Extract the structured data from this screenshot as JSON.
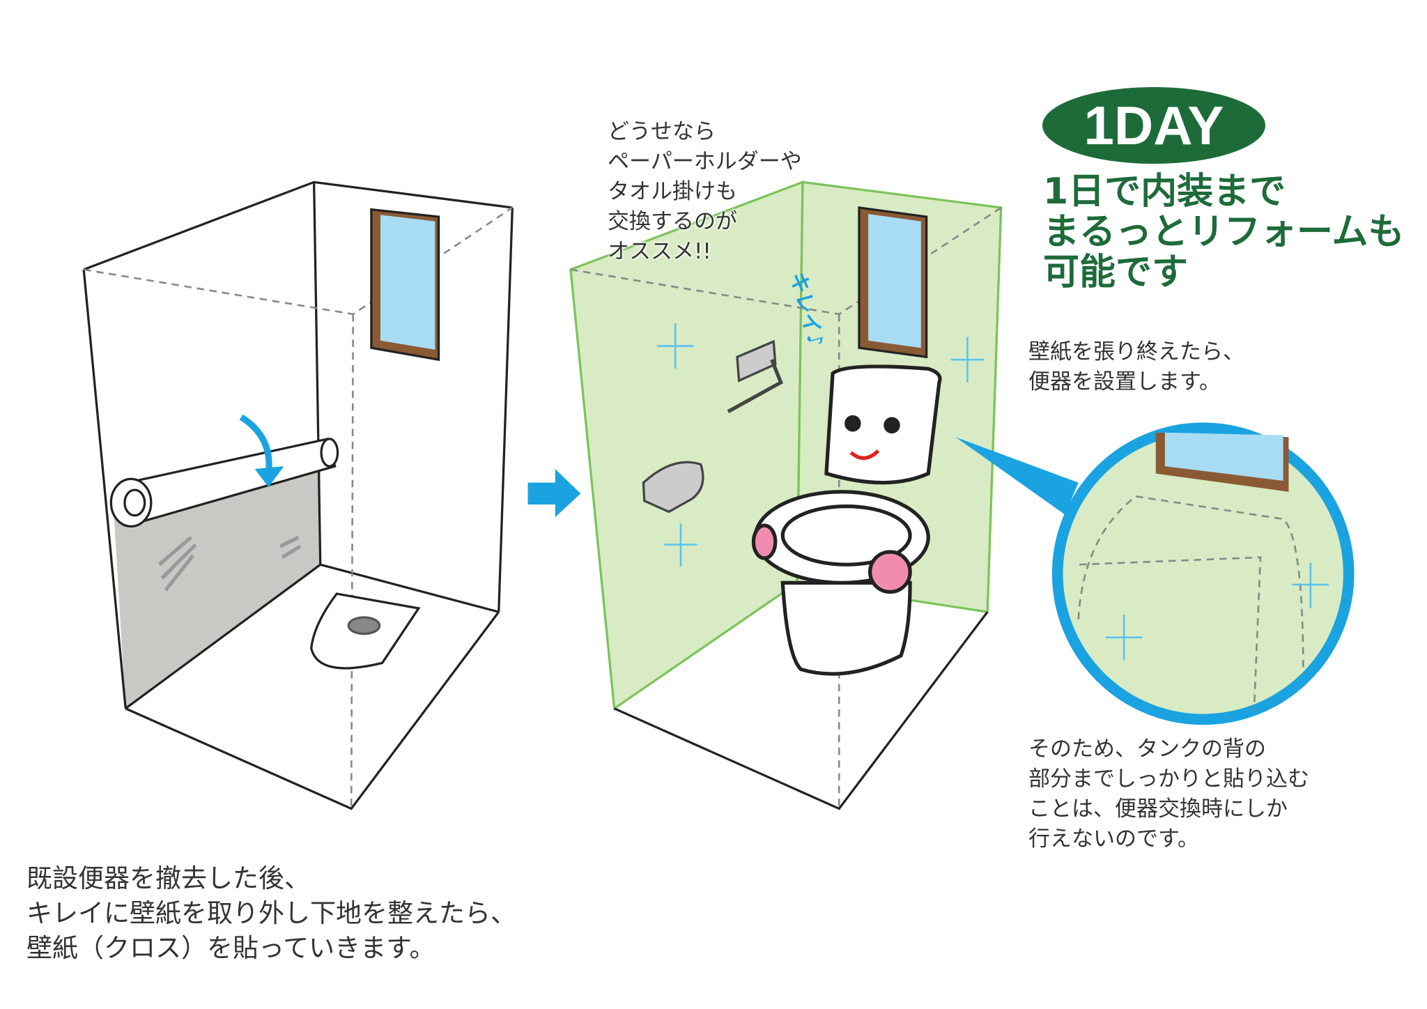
{
  "badge": "1DAY",
  "headline": [
    "1日で内装まで",
    "まるっとリフォームも",
    "可能です"
  ],
  "middle_note": [
    "どうせなら",
    "ペーパーホルダーや",
    "タオル掛けも",
    "交換するのが",
    "オススメ!!"
  ],
  "right_note_top": [
    "壁紙を張り終えたら、",
    "便器を設置します。"
  ],
  "right_note_bottom": [
    "そのため、タンクの背の",
    "部分までしっかりと貼り込む",
    "ことは、便器交換時にしか",
    "行えないのです。"
  ],
  "left_note": [
    "既設便器を撤去した後、",
    "キレイに壁紙を取り外し下地を整えたら、",
    "壁紙（クロス）を貼っていきます。"
  ],
  "toilet_speech": "キレイ♪",
  "colors": {
    "green": "#1e6b3a",
    "wall_green": "#d8ebc4",
    "blue": "#1aa3e0",
    "window": "#a8dcf5",
    "frame": "#8a5a34"
  }
}
